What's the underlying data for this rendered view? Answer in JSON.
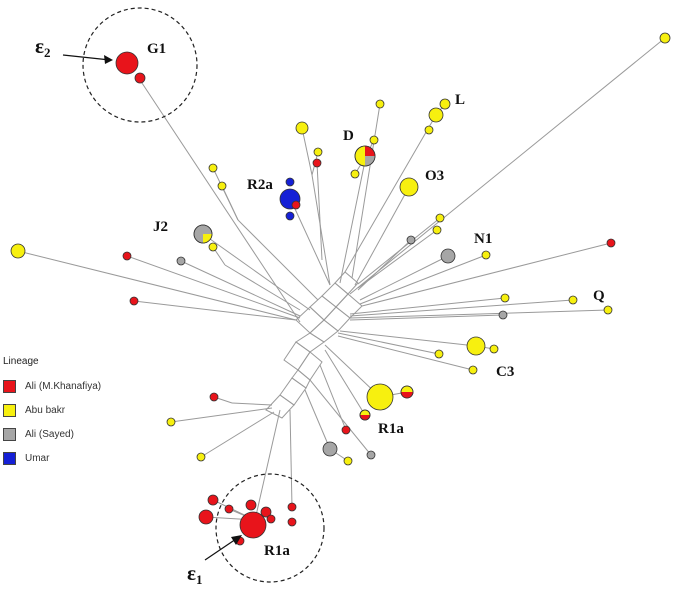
{
  "colors": {
    "ali_khanafiya": "#e8141b",
    "abu_bakr": "#f7f00f",
    "ali_sayed": "#a6a6a6",
    "umar": "#1520d6"
  },
  "legend": {
    "title": "Lineage",
    "items": [
      {
        "label": "Ali (M.Khanafiya)",
        "color": "#e8141b"
      },
      {
        "label": "Abu bakr",
        "color": "#f7f00f"
      },
      {
        "label": "Ali (Sayed)",
        "color": "#a6a6a6"
      },
      {
        "label": "Umar",
        "color": "#1520d6"
      }
    ]
  },
  "haplogroup_labels": [
    "G1",
    "L",
    "D",
    "R2a",
    "O3",
    "J2",
    "N1",
    "Q",
    "C3",
    "R1a",
    "R1a"
  ],
  "clusters": [
    {
      "symbol": "ε",
      "subscript": "2",
      "haplogroup": "G1"
    },
    {
      "symbol": "ε",
      "subscript": "1",
      "haplogroup": "R1a"
    }
  ]
}
